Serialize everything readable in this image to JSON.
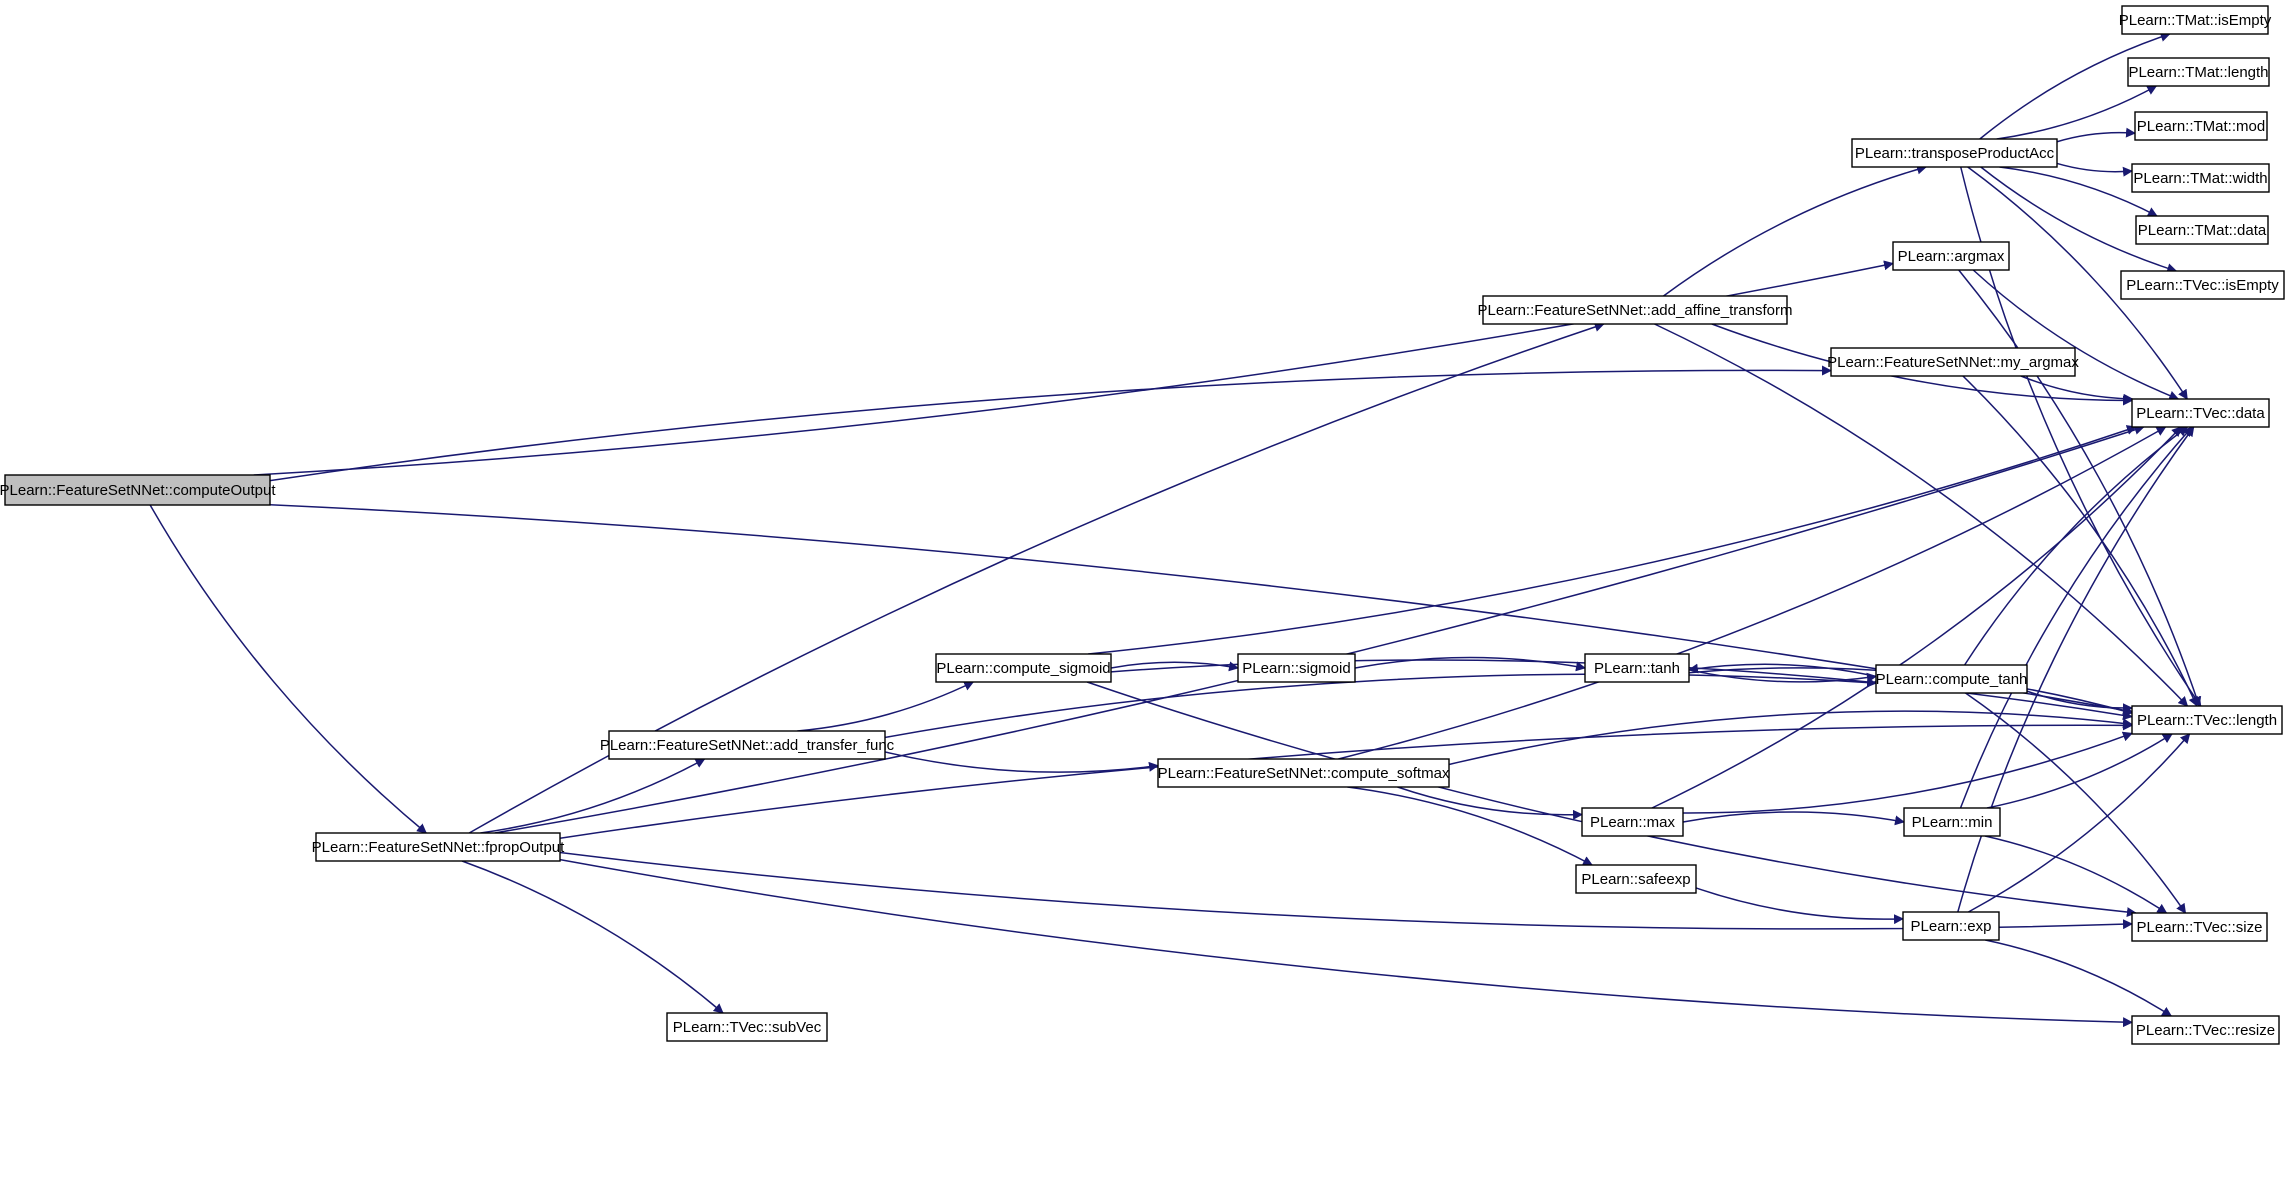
{
  "colors": {
    "edge": "#191970",
    "node_border": "#000000",
    "root_fill": "#bfbfbf",
    "node_fill": "#ffffff"
  },
  "nodes": [
    {
      "id": "n0",
      "label": "PLearn::FeatureSetNNet::computeOutput",
      "root": true
    },
    {
      "id": "n1",
      "label": "PLearn::argmax"
    },
    {
      "id": "n2",
      "label": "PLearn::FeatureSetNNet::my_argmax"
    },
    {
      "id": "n3",
      "label": "PLearn::FeatureSetNNet::fpropOutput"
    },
    {
      "id": "n4",
      "label": "PLearn::TVec::data"
    },
    {
      "id": "n5",
      "label": "PLearn::TVec::length"
    },
    {
      "id": "n6",
      "label": "PLearn::TVec::size"
    },
    {
      "id": "n7",
      "label": "PLearn::TVec::resize"
    },
    {
      "id": "n8",
      "label": "PLearn::TMat::isEmpty"
    },
    {
      "id": "n9",
      "label": "PLearn::TMat::length"
    },
    {
      "id": "n10",
      "label": "PLearn::TMat::mod"
    },
    {
      "id": "n11",
      "label": "PLearn::TMat::width"
    },
    {
      "id": "n12",
      "label": "PLearn::TMat::data"
    },
    {
      "id": "n13",
      "label": "PLearn::TVec::isEmpty"
    },
    {
      "id": "n14",
      "label": "PLearn::transposeProductAcc"
    },
    {
      "id": "n15",
      "label": "PLearn::FeatureSetNNet::add_affine_transform"
    },
    {
      "id": "n16",
      "label": "PLearn::compute_sigmoid"
    },
    {
      "id": "n17",
      "label": "PLearn::sigmoid"
    },
    {
      "id": "n18",
      "label": "PLearn::tanh"
    },
    {
      "id": "n19",
      "label": "PLearn::compute_tanh"
    },
    {
      "id": "n20",
      "label": "PLearn::FeatureSetNNet::add_transfer_func"
    },
    {
      "id": "n21",
      "label": "PLearn::FeatureSetNNet::compute_softmax"
    },
    {
      "id": "n22",
      "label": "PLearn::max"
    },
    {
      "id": "n23",
      "label": "PLearn::min"
    },
    {
      "id": "n24",
      "label": "PLearn::safeexp"
    },
    {
      "id": "n25",
      "label": "PLearn::exp"
    },
    {
      "id": "n26",
      "label": "PLearn::TVec::subVec"
    }
  ],
  "edges": [
    [
      "n0",
      "n1"
    ],
    [
      "n0",
      "n2"
    ],
    [
      "n0",
      "n3"
    ],
    [
      "n0",
      "n5"
    ],
    [
      "n1",
      "n4"
    ],
    [
      "n1",
      "n5"
    ],
    [
      "n2",
      "n4"
    ],
    [
      "n2",
      "n5"
    ],
    [
      "n3",
      "n4"
    ],
    [
      "n3",
      "n15"
    ],
    [
      "n3",
      "n20"
    ],
    [
      "n3",
      "n26"
    ],
    [
      "n3",
      "n6"
    ],
    [
      "n3",
      "n5"
    ],
    [
      "n3",
      "n7"
    ],
    [
      "n14",
      "n8"
    ],
    [
      "n14",
      "n9"
    ],
    [
      "n14",
      "n10"
    ],
    [
      "n14",
      "n11"
    ],
    [
      "n14",
      "n12"
    ],
    [
      "n14",
      "n13"
    ],
    [
      "n14",
      "n4"
    ],
    [
      "n14",
      "n5"
    ],
    [
      "n15",
      "n14"
    ],
    [
      "n15",
      "n4"
    ],
    [
      "n15",
      "n5"
    ],
    [
      "n20",
      "n16"
    ],
    [
      "n20",
      "n19"
    ],
    [
      "n20",
      "n21"
    ],
    [
      "n16",
      "n17"
    ],
    [
      "n16",
      "n4"
    ],
    [
      "n16",
      "n5"
    ],
    [
      "n16",
      "n6"
    ],
    [
      "n17",
      "n18"
    ],
    [
      "n18",
      "n19"
    ],
    [
      "n18",
      "n5"
    ],
    [
      "n19",
      "n18"
    ],
    [
      "n19",
      "n4"
    ],
    [
      "n19",
      "n5"
    ],
    [
      "n19",
      "n6"
    ],
    [
      "n21",
      "n4"
    ],
    [
      "n21",
      "n5"
    ],
    [
      "n21",
      "n22"
    ],
    [
      "n21",
      "n24"
    ],
    [
      "n22",
      "n4"
    ],
    [
      "n22",
      "n23"
    ],
    [
      "n22",
      "n5"
    ],
    [
      "n23",
      "n4"
    ],
    [
      "n23",
      "n5"
    ],
    [
      "n23",
      "n6"
    ],
    [
      "n24",
      "n25"
    ],
    [
      "n25",
      "n4"
    ],
    [
      "n25",
      "n5"
    ],
    [
      "n25",
      "n7"
    ]
  ]
}
